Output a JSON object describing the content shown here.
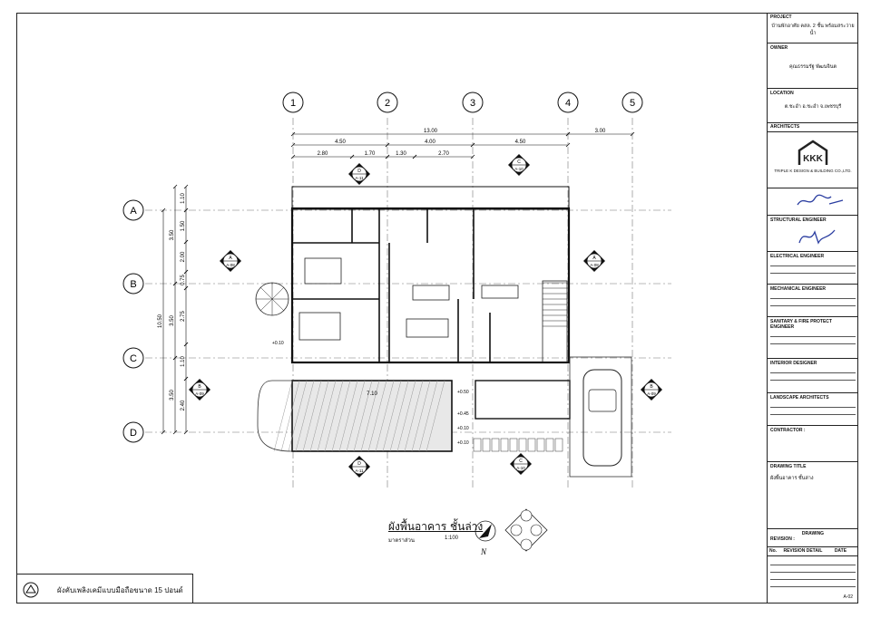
{
  "plan": {
    "grid_cols": [
      "1",
      "2",
      "3",
      "4",
      "5"
    ],
    "grid_rows": [
      "A",
      "B",
      "C",
      "D"
    ],
    "dims_top_total": "13.00",
    "dims_top_right": "3.00",
    "dims_top_mid": [
      "4.50",
      "4.00",
      "4.50"
    ],
    "dims_top_sub": [
      "2.80",
      "1.70",
      "1.30",
      "2.70"
    ],
    "dims_left_total": "10.50",
    "dims_left_mid": [
      "3.50",
      "3.50",
      "3.50"
    ],
    "dims_left_sub": [
      "1.10",
      "1.50",
      "2.00",
      "0.75",
      "2.75",
      "1.10",
      "2.40"
    ],
    "section_tags": [
      "A-08",
      "A-08",
      "A-09",
      "A-09",
      "A-10",
      "A-10",
      "A-11",
      "A-11"
    ],
    "section_letters": [
      "A",
      "A",
      "B",
      "B",
      "C",
      "C",
      "D",
      "D"
    ],
    "level_marks": [
      "+0.10",
      "+0.50",
      "+0.45",
      "+0.10",
      "+0.10"
    ],
    "dim_inner": "7.10",
    "title": "ผังพื้นอาคาร ชั้นล่าง",
    "scale_label": "มาตราส่วน",
    "scale_value": "1:100",
    "north": "N"
  },
  "titleblock": {
    "project_label": "PROJECT",
    "project_value": "บ้านพักอาศัย คสล. 2 ชั้น พร้อมสระว่ายน้ำ",
    "owner_label": "OWNER",
    "owner_value": "คุณธรรมรัฐ พัฒนจินต",
    "location_label": "LOCATION",
    "location_value": "ต.ชะอำ อ.ชะอำ จ.เพชรบุรี",
    "architects_label": "ARCHITECTS",
    "firm_logo": "KKK",
    "firm_name": "TRIPLE K DESIGN & BUILDING CO.,LTD.",
    "structural": "STRUCTURAL ENGINEER",
    "electrical": "ELECTRICAL ENGINEER",
    "mechanical": "MECHANICAL ENGINEER",
    "sanitary": "SANITARY & FIRE PROTECT ENGINEER",
    "interior": "INTERIOR DESIGNER",
    "landscape": "LANDSCAPE ARCHITECTS",
    "contractor": "CONTRACTOR :",
    "drawing_title_label": "DRAWING TITLE",
    "drawing_title_value": "ผังพื้นอาคาร ชั้นล่าง",
    "drawing_label": "DRAWING",
    "revision": "REVISION :",
    "rev_no": "No.",
    "rev_detail": "REVISION DETAIL",
    "rev_date": "DATE",
    "sheet_code": "A-02"
  },
  "legend": {
    "text": "ผังคับเพลิงเคมีแบบมือถือขนาด 15 ปอนด์"
  }
}
